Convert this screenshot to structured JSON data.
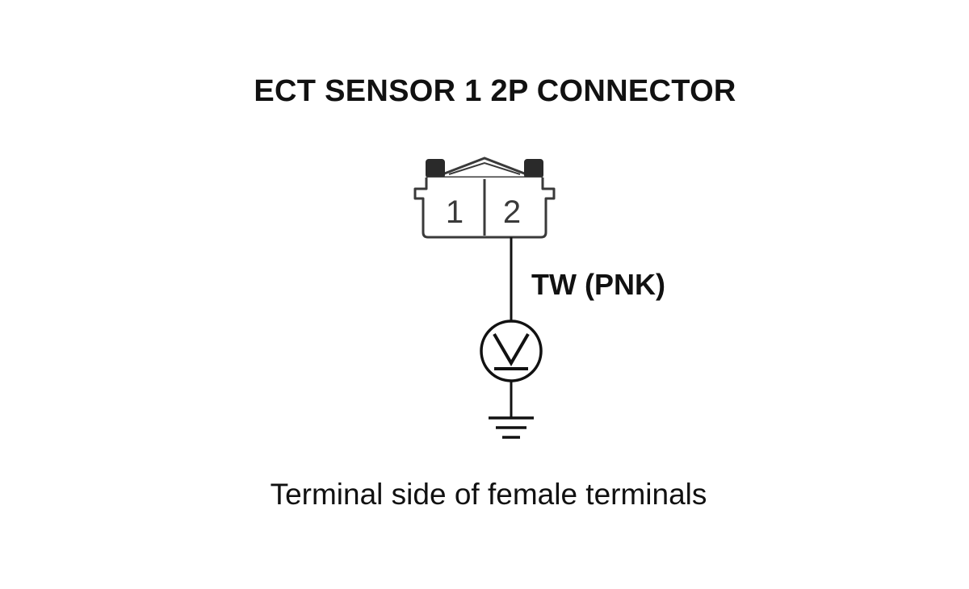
{
  "diagram": {
    "title": "ECT SENSOR 1 2P CONNECTOR",
    "connector": {
      "pins": [
        {
          "label": "1"
        },
        {
          "label": "2"
        }
      ]
    },
    "wire": {
      "label": "TW (PNK)",
      "from_pin": "2"
    },
    "meter": {
      "symbol": "V"
    },
    "ground": {
      "symbol": "ground-icon"
    },
    "caption": "Terminal side of female terminals",
    "colors": {
      "line": "#111111",
      "connector_outline": "#3a3a3a",
      "background": "#ffffff"
    }
  }
}
